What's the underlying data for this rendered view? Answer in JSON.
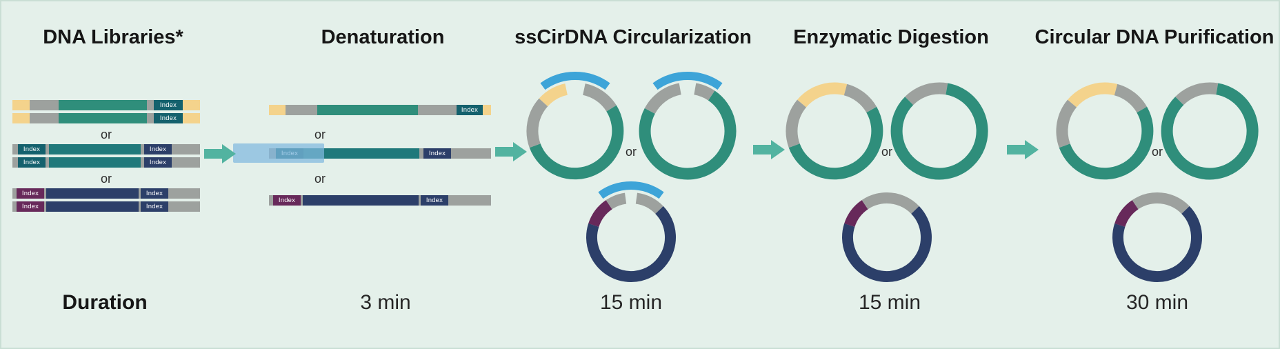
{
  "stages": [
    "DNA Libraries*",
    "Denaturation",
    "ssCirDNA Circularization",
    "Enzymatic Digestion",
    "Circular DNA Purification"
  ],
  "durations": {
    "label": "Duration",
    "values": [
      "3 min",
      "15 min",
      "15 min",
      "30 min"
    ]
  },
  "or_label": "or",
  "index_label": "Index",
  "palette": {
    "background": "#e4f0ea",
    "teal": "#2f8e7b",
    "teal_dark": "#20797b",
    "index_teal": "#14616d",
    "navy": "#2c3f69",
    "maroon": "#67295a",
    "yellow": "#f4d38c",
    "gray": "#9da19e",
    "splint_blue": "#3da4d8",
    "splint_light": "#7fb8df",
    "arrow": "#52b3a0",
    "text": "#1a1a1a"
  },
  "bars": {
    "lib_yellow": [
      {
        "c": "yellow",
        "w": 25
      },
      {
        "c": "gray",
        "w": 42
      },
      {
        "c": "teal",
        "w": 128
      },
      {
        "c": "gray",
        "w": 10
      },
      {
        "c": "index_teal",
        "w": 42,
        "label": "Index"
      },
      {
        "c": "yellow",
        "w": 25
      }
    ],
    "lib_indexed_teal": [
      {
        "c": "gray",
        "w": 8
      },
      {
        "c": "index_teal",
        "w": 40,
        "label": "Index"
      },
      {
        "c": "gray",
        "w": 5
      },
      {
        "c": "teal_dark",
        "w": 133
      },
      {
        "c": "gray",
        "w": 5
      },
      {
        "c": "navy",
        "w": 40,
        "label": "Index"
      },
      {
        "c": "gray",
        "w": 41
      }
    ],
    "lib_indexed_navy": [
      {
        "c": "gray",
        "w": 6
      },
      {
        "c": "maroon",
        "w": 40,
        "label": "Index"
      },
      {
        "c": "gray",
        "w": 3
      },
      {
        "c": "navy",
        "w": 134
      },
      {
        "c": "gray",
        "w": 3
      },
      {
        "c": "navy",
        "w": 40,
        "label": "Index"
      },
      {
        "c": "gray",
        "w": 46
      }
    ],
    "strand_yellow": [
      {
        "c": "yellow",
        "w": 24
      },
      {
        "c": "gray",
        "w": 46
      },
      {
        "c": "teal",
        "w": 146
      },
      {
        "c": "gray",
        "w": 56
      },
      {
        "c": "index_teal",
        "w": 38,
        "label": "Index"
      },
      {
        "c": "yellow",
        "w": 12
      }
    ],
    "strand_teal": [
      {
        "c": "gray",
        "w": 10
      },
      {
        "c": "index_teal",
        "w": 40,
        "label": "Index"
      },
      {
        "c": "teal_dark",
        "w": 168
      },
      {
        "c": "gray",
        "w": 6
      },
      {
        "c": "navy",
        "w": 40,
        "label": "Index"
      },
      {
        "c": "gray",
        "w": 58
      }
    ],
    "strand_navy": [
      {
        "c": "gray",
        "w": 6
      },
      {
        "c": "maroon",
        "w": 40,
        "label": "Index"
      },
      {
        "c": "gray",
        "w": 3
      },
      {
        "c": "navy",
        "w": 168
      },
      {
        "c": "gray",
        "w": 3
      },
      {
        "c": "navy",
        "w": 40,
        "label": "Index"
      },
      {
        "c": "gray",
        "w": 62
      }
    ]
  },
  "ring_types": {
    "A_open": [
      [
        "yellow",
        312,
        348
      ],
      [
        "gray",
        12,
        58
      ],
      [
        "teal",
        58,
        250
      ],
      [
        "gray",
        250,
        312
      ]
    ],
    "B_open": [
      [
        "gray",
        10,
        34
      ],
      [
        "teal",
        34,
        298
      ],
      [
        "gray",
        298,
        350
      ]
    ],
    "C_open": [
      [
        "gray",
        8,
        46
      ],
      [
        "navy",
        46,
        288
      ],
      [
        "maroon",
        288,
        326
      ],
      [
        "gray",
        326,
        352
      ]
    ],
    "A_closed": [
      [
        "yellow",
        310,
        360
      ],
      [
        "yellow",
        0,
        15
      ],
      [
        "gray",
        15,
        60
      ],
      [
        "teal",
        60,
        250
      ],
      [
        "gray",
        250,
        310
      ]
    ],
    "B_closed": [
      [
        "gray",
        315,
        360
      ],
      [
        "gray",
        0,
        10
      ],
      [
        "teal",
        10,
        315
      ]
    ],
    "C_closed": [
      [
        "gray",
        0,
        46
      ],
      [
        "navy",
        46,
        288
      ],
      [
        "maroon",
        288,
        326
      ],
      [
        "gray",
        326,
        360
      ]
    ]
  }
}
